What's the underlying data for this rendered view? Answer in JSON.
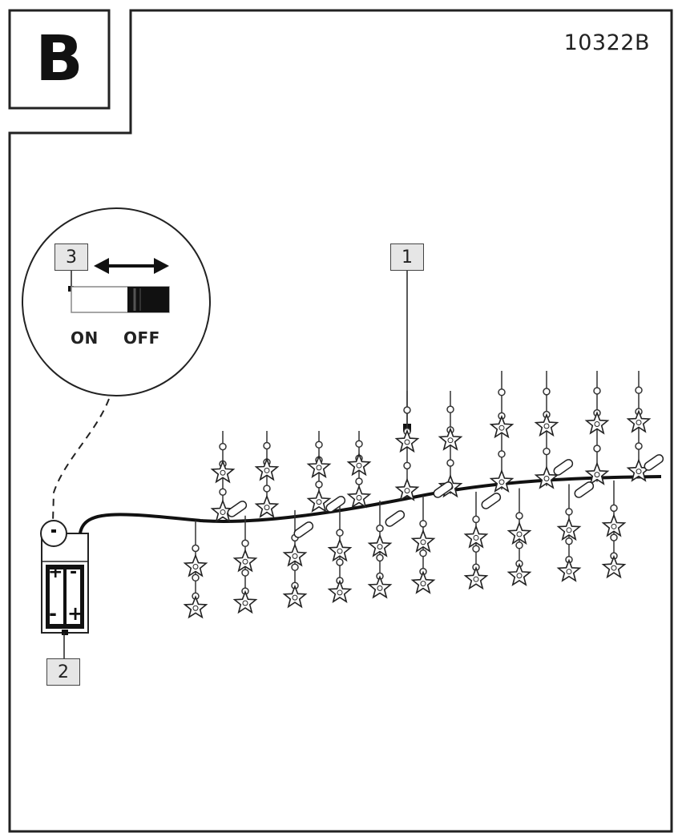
{
  "section_letter": "B",
  "model_code": "10322B",
  "callouts": {
    "string_lights": "1",
    "battery_box": "2",
    "switch": "3"
  },
  "switch": {
    "on_label": "ON",
    "off_label": "OFF"
  },
  "battery": {
    "top_left": "+",
    "top_right": "-",
    "bottom_left": "-",
    "bottom_right": "+"
  }
}
